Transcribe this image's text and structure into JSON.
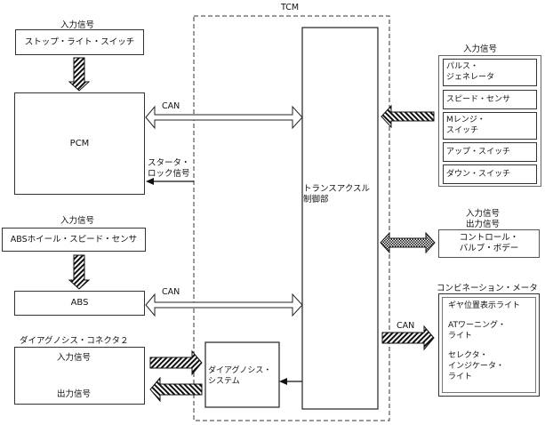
{
  "tcm": {
    "title": "TCM",
    "transaxle_control": [
      "トランスアクスル",
      "制御部"
    ],
    "diagnosis_system": [
      "ダイアグノシス・",
      "システム"
    ]
  },
  "stop_light": {
    "heading": "入力信号",
    "box": "ストップ・ライト・スイッチ"
  },
  "pcm": {
    "box": "PCM",
    "can_label": "CAN",
    "starter_lock": [
      "スタータ・",
      "ロック信号"
    ]
  },
  "abs_sensor": {
    "heading": "入力信号",
    "box": "ABSホイール・スピード・センサ"
  },
  "abs": {
    "box": "ABS",
    "can_label": "CAN"
  },
  "diag_connector": {
    "heading": "ダイアグノシス・コネクタ２",
    "input": "入力信号",
    "output": "出力信号"
  },
  "right_inputs": {
    "heading": "入力信号",
    "items": [
      [
        "パルス・",
        "ジェネレータ"
      ],
      [
        "スピード・センサ"
      ],
      [
        "Mレンジ・",
        "スイッチ"
      ],
      [
        "アップ・スイッチ"
      ],
      [
        "ダウン・スイッチ"
      ]
    ]
  },
  "control_valve": {
    "heading": [
      "入力信号",
      "出力信号"
    ],
    "box": [
      "コントロール・",
      "バルブ・ボデー"
    ]
  },
  "combination_meter": {
    "heading": "コンビネーション・メータ",
    "can_label": "CAN",
    "items": [
      [
        "ギヤ位置表示ライト"
      ],
      [
        "ATワーニング・",
        "ライト"
      ],
      [
        "セレクタ・",
        "インジケータ・",
        "ライト"
      ]
    ]
  }
}
